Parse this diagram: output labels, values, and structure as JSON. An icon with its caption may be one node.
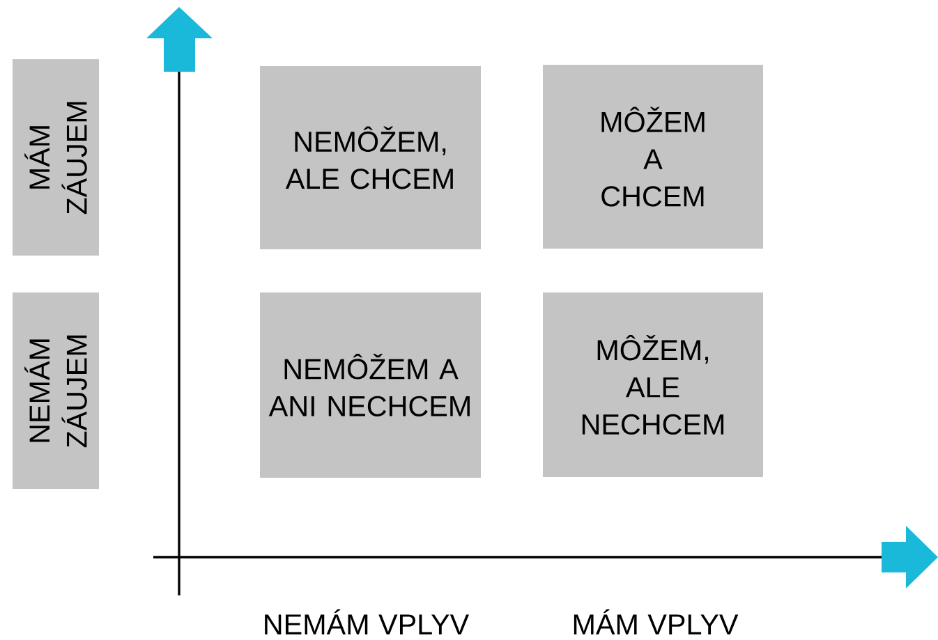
{
  "diagram": {
    "nodes": [
      {
        "text": [
          "MÁM ZÁUJEM"
        ]
      },
      {
        "text": [
          "NEMÁM ZÁUJEM"
        ]
      },
      {
        "text": [
          "NEMÔŽEM, ALE CHCEM"
        ]
      },
      {
        "text": [
          "MÔŽEM A CHCEM"
        ]
      },
      {
        "text": [
          "NEMÔŽEM A ANI NECHCEM"
        ]
      },
      {
        "text": [
          "MÔŽEM, ALE NECHCEM"
        ]
      }
    ],
    "labels": [
      "NEMÁM VPLYV",
      "MÁM VPLYV"
    ]
  }
}
